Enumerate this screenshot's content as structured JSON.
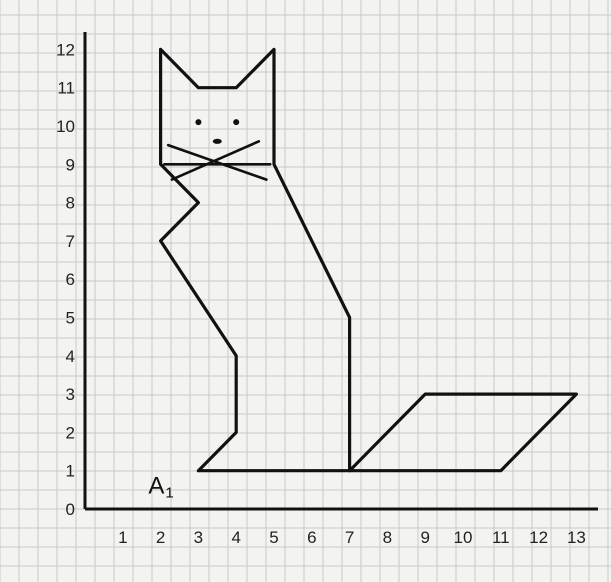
{
  "x_ticks": [
    "1",
    "2",
    "3",
    "4",
    "5",
    "6",
    "7",
    "8",
    "9",
    "10",
    "11",
    "12",
    "13"
  ],
  "y_ticks": [
    "0",
    "1",
    "2",
    "3",
    "4",
    "5",
    "6",
    "7",
    "8",
    "9",
    "10",
    "11",
    "12"
  ],
  "point_label": {
    "text": "A",
    "subscript": "1",
    "x": 3,
    "y": 1
  },
  "colors": {
    "paper": "#f3f3f1",
    "grid": "#c9c9c9",
    "ink": "#111111"
  },
  "figure": {
    "body_outline": [
      [
        3,
        1
      ],
      [
        4,
        2
      ],
      [
        4,
        4
      ],
      [
        2,
        7
      ],
      [
        3,
        8
      ],
      [
        2,
        9
      ],
      [
        2,
        12
      ],
      [
        3,
        11
      ],
      [
        4,
        11
      ],
      [
        5,
        12
      ],
      [
        5,
        9
      ],
      [
        7,
        5
      ],
      [
        7,
        1
      ],
      [
        3,
        1
      ]
    ],
    "tail": [
      [
        7,
        1
      ],
      [
        9,
        3
      ],
      [
        13,
        3
      ],
      [
        11,
        1
      ],
      [
        7,
        1
      ]
    ],
    "eyes": [
      [
        3,
        10.1
      ],
      [
        4,
        10.1
      ]
    ],
    "nose": [
      3.5,
      9.6
    ],
    "whiskers": [
      [
        [
          2.2,
          9.5
        ],
        [
          4.8,
          8.6
        ]
      ],
      [
        [
          2.3,
          8.6
        ],
        [
          4.6,
          9.6
        ]
      ],
      [
        [
          2.1,
          9.0
        ],
        [
          4.9,
          9.0
        ]
      ]
    ]
  }
}
